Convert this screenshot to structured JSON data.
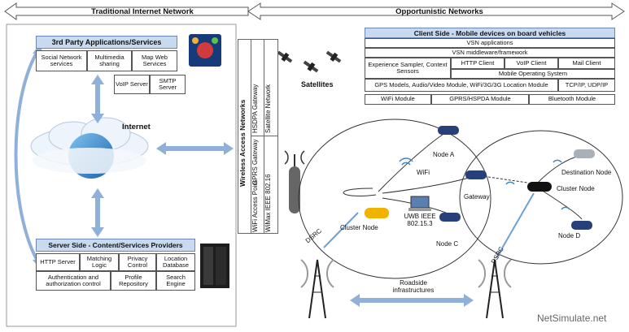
{
  "banner": {
    "left_title": "Traditional Internet Network",
    "right_title": "Opportunistic Networks"
  },
  "third_party": {
    "title": "3rd Party Applications/Services",
    "services": [
      "Social Network services",
      "Multimedia sharing",
      "Map Web Services"
    ],
    "sub_services": [
      "VoIP Server",
      "SMTP Server"
    ]
  },
  "internet_label": "Internet",
  "server_side": {
    "title": "Server Side - Content/Services Providers",
    "row1": [
      "HTTP Server",
      "Matching Logic",
      "Privacy Control",
      "Location Database"
    ],
    "row2": [
      "Authentication and authorization control",
      "Profile Repository",
      "Search Engine"
    ]
  },
  "wireless": {
    "title": "Wireless Access Networks",
    "columns": [
      {
        "top": "HSDPA Gateway",
        "bottom": "GPRS Gateway"
      },
      {
        "top": "Satellite Network",
        "bottom": "WiMax IEEE 802.16"
      }
    ],
    "wifi": "WiFi Access Point"
  },
  "satellites_label": "Satellites",
  "client_side": {
    "title": "Client Side - Mobile devices on board vehicles",
    "vsn_apps": "VSN applications",
    "vsn_mw": "VSN middleware/framework",
    "exp_sampler": "Experience Sampler, Context Sensors",
    "clients": [
      "HTTP Client",
      "VoIP Client",
      "Mail Client"
    ],
    "mobile_os": "Mobile Operating System",
    "gps": "GPS Models, Audio/Video Module, WiFi/3G/3G Location Module",
    "tcp": "TCP/IP, UDP/IP",
    "modules": [
      "WiFi Module",
      "GPRS/HSPDA Module",
      "Bluetooth Module"
    ]
  },
  "network": {
    "node_a": "Node A",
    "wifi": "WiFi",
    "gateway": "Gateway",
    "uwb": "UWB IEEE 802.15.3",
    "cluster_node_left": "Cluster Node",
    "node_c": "Node C",
    "destination": "Destination Node",
    "cluster_node_right": "Cluster Node",
    "node_d": "Node D",
    "dsrc_left": "DSRC",
    "dsrc_right": "DSRC",
    "roadside": "Roadside infrastructures"
  },
  "watermark": "NetSimulate.net",
  "colors": {
    "header_fill": "#c9daf0",
    "arrow": "#8fb0d8",
    "server_box": "#d9e5f4"
  }
}
